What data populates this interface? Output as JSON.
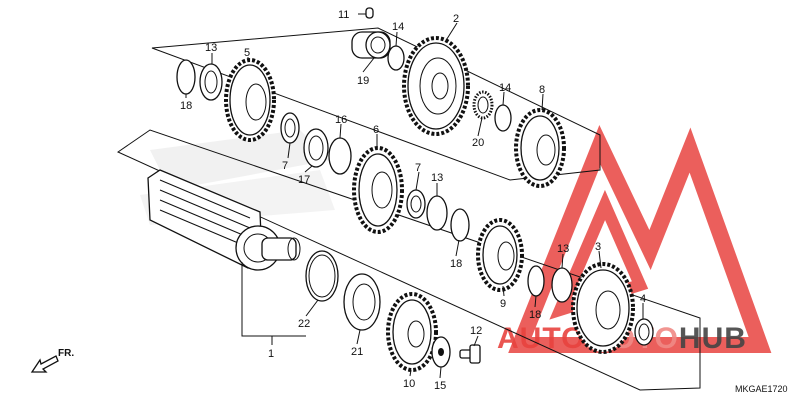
{
  "labels": [
    "11",
    "14",
    "2",
    "13",
    "5",
    "18",
    "14",
    "8",
    "19",
    "20",
    "16",
    "6",
    "7",
    "7",
    "17",
    "13",
    "18",
    "3",
    "13",
    "9",
    "4",
    "18",
    "22",
    "12",
    "21",
    "10",
    "15",
    "1"
  ],
  "watermark": {
    "text_part1": "AUTO",
    "text_part2": "MOTO",
    "text_part3": "HUB",
    "color": "#e8433f"
  },
  "direction_label": "FR.",
  "diagram_code": "MKGAE1720",
  "colors": {
    "line": "#111111",
    "watermark_red": "#e8433f",
    "faint_logo": "#cfcfcf"
  }
}
